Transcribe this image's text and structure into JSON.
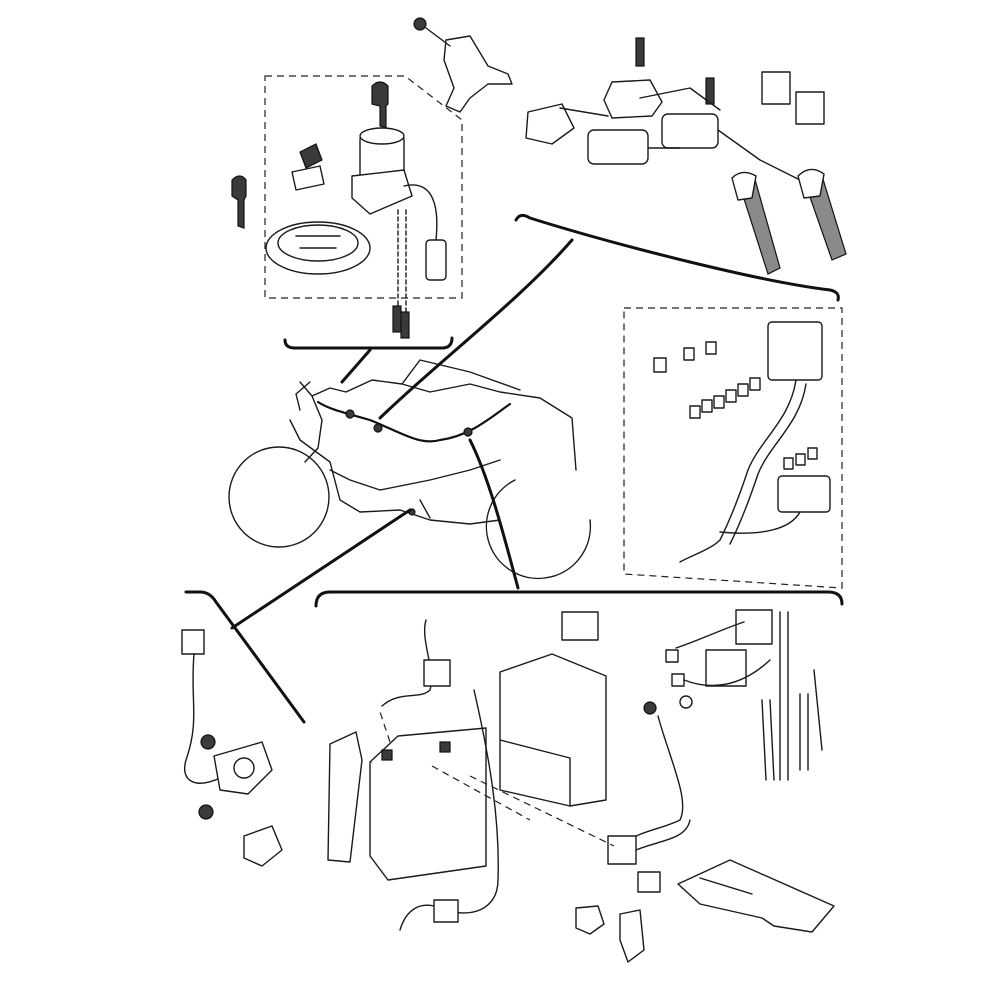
{
  "diagram": {
    "background": "#ffffff",
    "line_color": "#1a1a1a",
    "callouts": [
      {
        "name": "ignition-fuel-cap-group",
        "icon": "key-icon"
      },
      {
        "name": "ignition-coil-plug-cap-group",
        "icon": "spark-plug-icon"
      },
      {
        "name": "fuse-box-harness-group",
        "icon": "fuse-icon"
      },
      {
        "name": "sensor-bracket-group",
        "icon": "sensor-icon"
      },
      {
        "name": "battery-relay-group",
        "icon": "battery-icon"
      }
    ]
  }
}
